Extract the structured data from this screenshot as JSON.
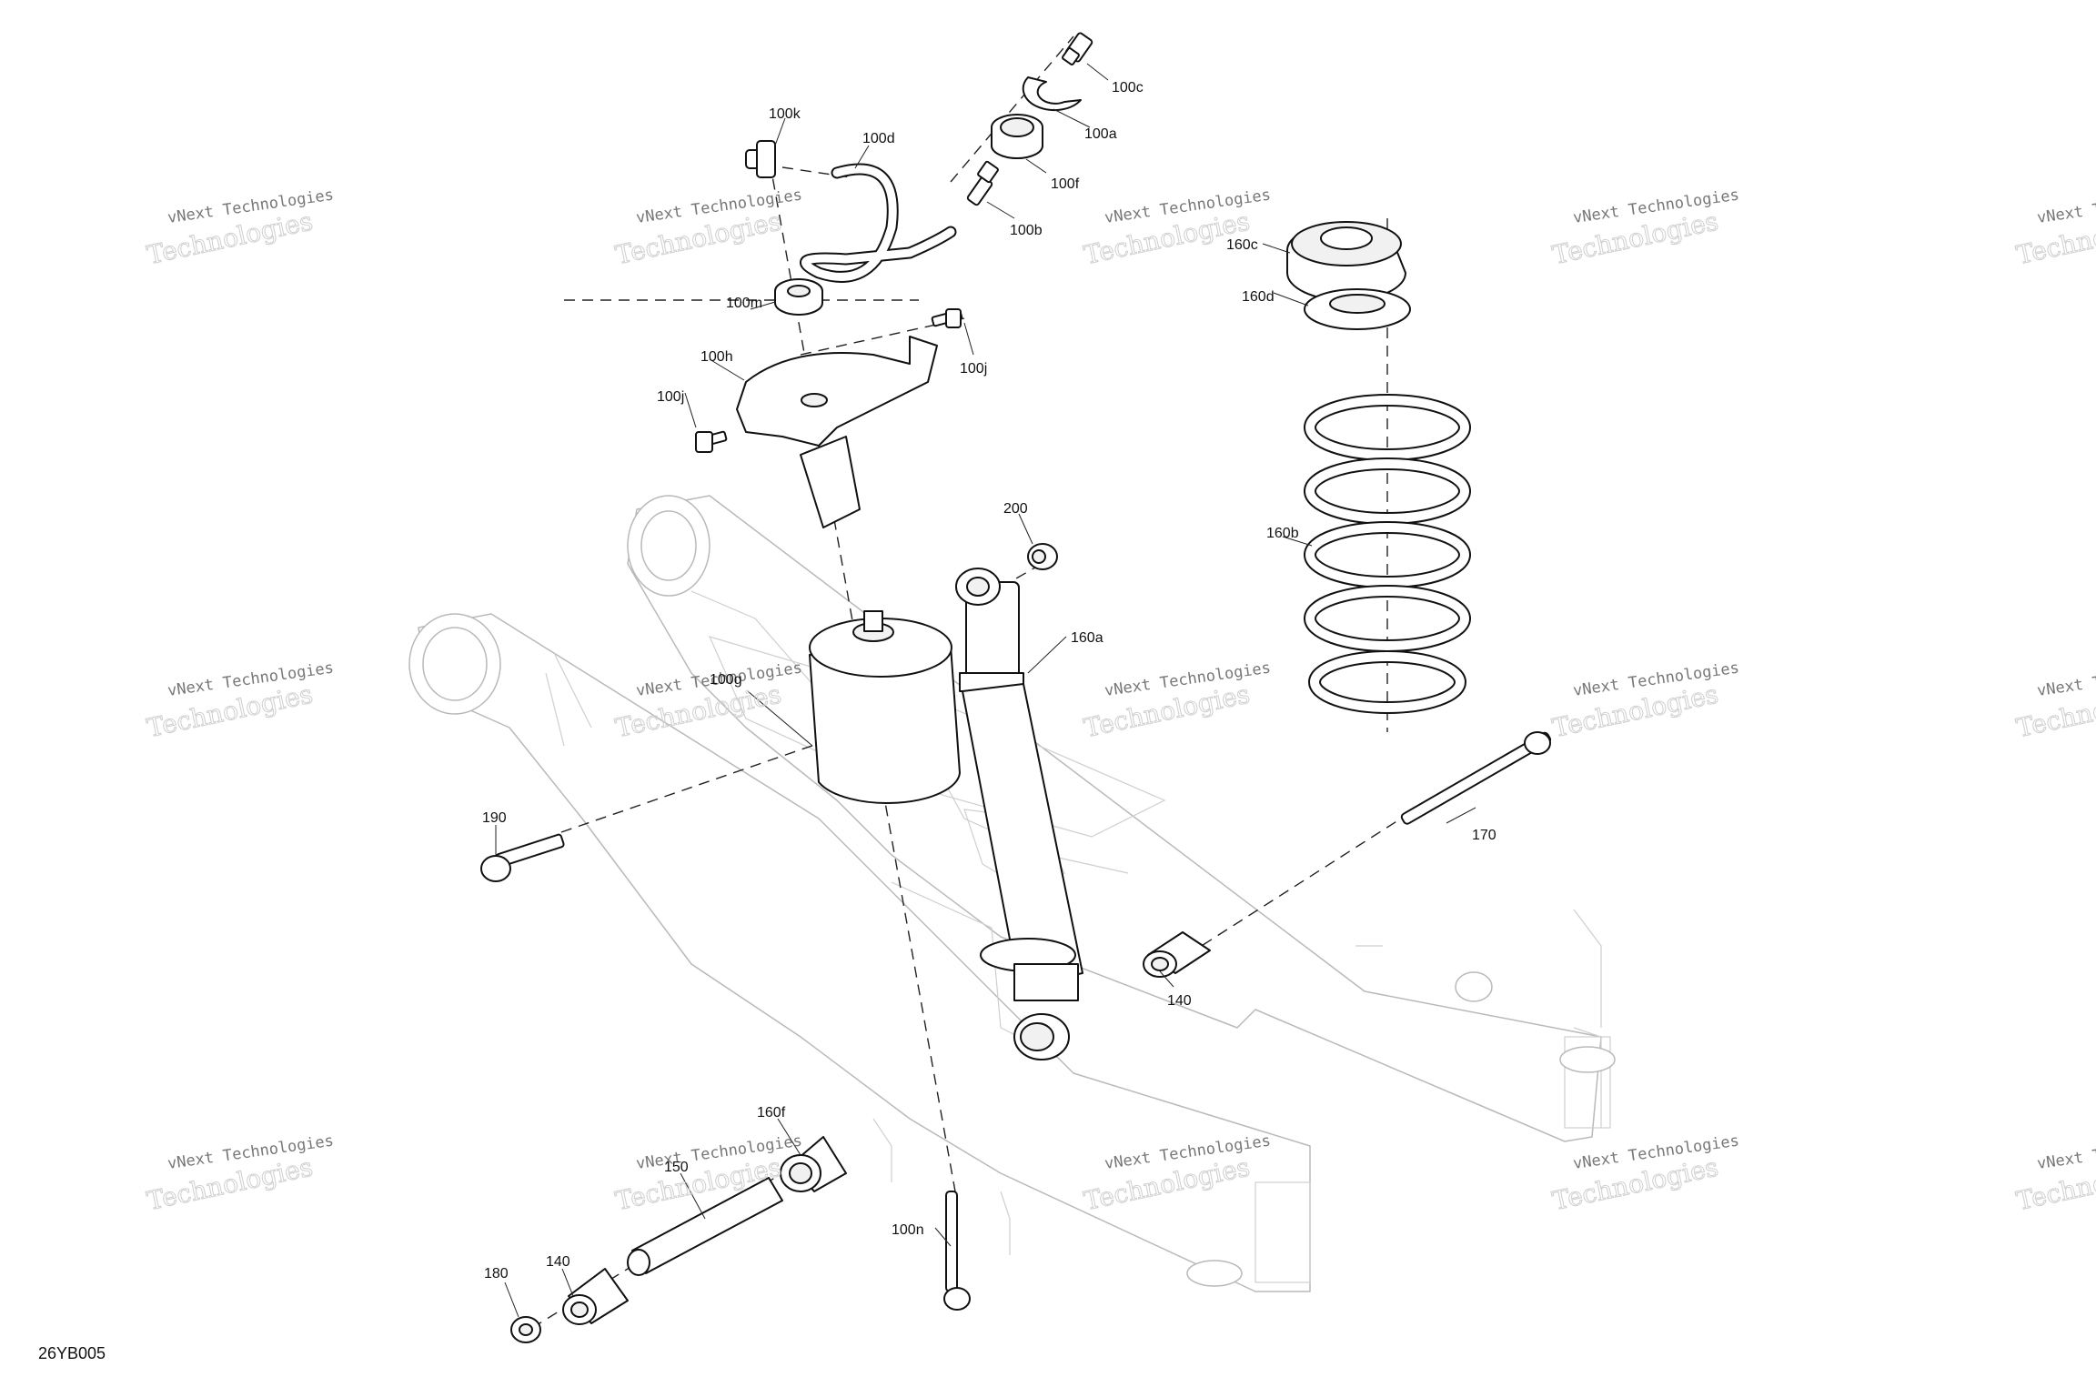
{
  "diagram": {
    "code": "26YB005",
    "watermark_line1": "vNext Technologies",
    "watermark_line2": "Technologies",
    "callouts": [
      {
        "id": "c-100c",
        "text": "100c"
      },
      {
        "id": "c-100a",
        "text": "100a"
      },
      {
        "id": "c-100k",
        "text": "100k"
      },
      {
        "id": "c-100d",
        "text": "100d"
      },
      {
        "id": "c-100f",
        "text": "100f"
      },
      {
        "id": "c-100b",
        "text": "100b"
      },
      {
        "id": "c-160c",
        "text": "160c"
      },
      {
        "id": "c-160d",
        "text": "160d"
      },
      {
        "id": "c-100m",
        "text": "100m"
      },
      {
        "id": "c-100h",
        "text": "100h"
      },
      {
        "id": "c-100j-right",
        "text": "100j"
      },
      {
        "id": "c-100j-left",
        "text": "100j"
      },
      {
        "id": "c-200",
        "text": "200"
      },
      {
        "id": "c-160b",
        "text": "160b"
      },
      {
        "id": "c-160a",
        "text": "160a"
      },
      {
        "id": "c-100g",
        "text": "100g"
      },
      {
        "id": "c-190",
        "text": "190"
      },
      {
        "id": "c-170",
        "text": "170"
      },
      {
        "id": "c-140-right",
        "text": "140"
      },
      {
        "id": "c-160f",
        "text": "160f"
      },
      {
        "id": "c-150",
        "text": "150"
      },
      {
        "id": "c-140-left",
        "text": "140"
      },
      {
        "id": "c-100n",
        "text": "100n"
      },
      {
        "id": "c-180",
        "text": "180"
      }
    ]
  }
}
